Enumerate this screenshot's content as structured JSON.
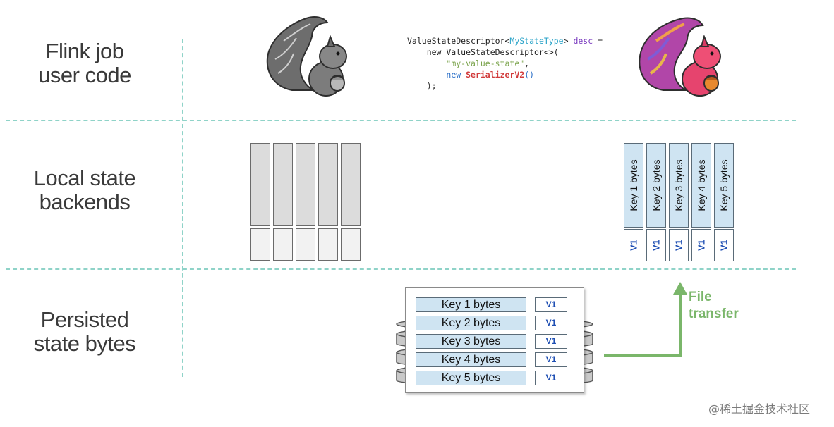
{
  "rows": {
    "user_code": [
      "Flink job",
      "user code"
    ],
    "backends": [
      "Local state",
      "backends"
    ],
    "persisted": [
      "Persisted",
      "state bytes"
    ]
  },
  "code": {
    "line1_a": "ValueStateDescriptor<",
    "line1_type": "MyStateType",
    "line1_b": "> ",
    "line1_kw": "desc",
    "line1_c": " =",
    "line2": "    new ValueStateDescriptor<>(",
    "line3_str": "\"my-value-state\"",
    "line3_c": ",",
    "line4_new": "new ",
    "line4_cls": "SerializerV2",
    "line4_c": "()",
    "line5": "    );"
  },
  "backend_keys": [
    "Key 1 bytes",
    "Key 2 bytes",
    "Key 3 bytes",
    "Key 4 bytes",
    "Key 5 bytes"
  ],
  "backend_values": [
    "V1",
    "V1",
    "V1",
    "V1",
    "V1"
  ],
  "persisted_keys": [
    "Key 1 bytes",
    "Key 2 bytes",
    "Key 3 bytes",
    "Key 4 bytes",
    "Key 5 bytes"
  ],
  "persisted_values": [
    "V1",
    "V1",
    "V1",
    "V1",
    "V1"
  ],
  "transfer": [
    "File",
    "transfer"
  ],
  "watermark": "@稀土掘金技术社区",
  "colors": {
    "divider": "#8fd3c8",
    "key_fill": "#cfe4f2",
    "version": "#1f4fb3",
    "transfer": "#7ab66a"
  }
}
